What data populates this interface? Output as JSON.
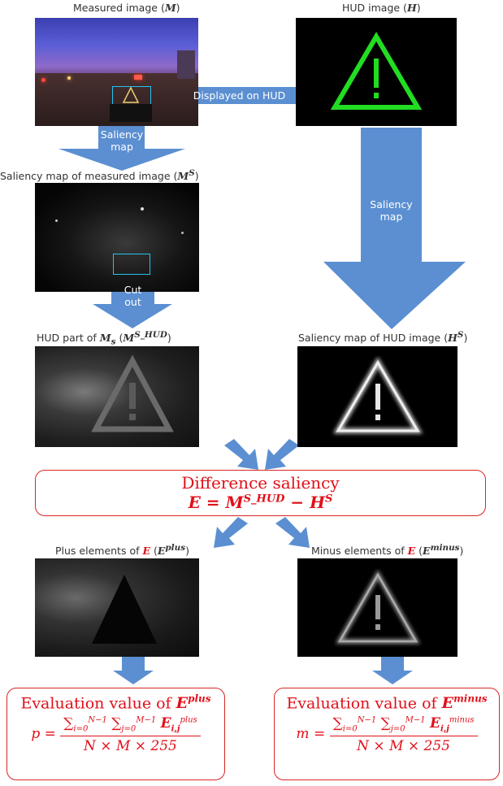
{
  "labels": {
    "measured": "Measured image (M)",
    "hud": "HUD image (H)",
    "sal_measured": "Saliency map of measured image (M^S)",
    "hud_part": "HUD part of M_s (M^{S_HUD})",
    "sal_hud": "Saliency map of HUD image (H^S)",
    "plus": "Plus elements of E (E^{plus})",
    "minus": "Minus elements of E (E^{minus})"
  },
  "arrows": {
    "displayed": "Displayed on HUD",
    "saliency_left": "Saliency map",
    "saliency_right": "Saliency map",
    "cut_out": "Cut out"
  },
  "difference": {
    "title": "Difference saliency",
    "formula": "E = M^{S_HUD} − H^S"
  },
  "eval_plus": {
    "title": "Evaluation value of E^{plus}",
    "lhs": "p =",
    "numerator": "∑_{i=0}^{N−1} ∑_{j=0}^{M−1} E_{i,j}^{plus}",
    "denominator": "N × M × 255"
  },
  "eval_minus": {
    "title": "Evaluation value of E^{minus}",
    "lhs": "m =",
    "numerator": "∑_{i=0}^{N−1} ∑_{j=0}^{M−1} E_{i,j}^{minus}",
    "denominator": "N × M × 255"
  },
  "colors": {
    "arrow": "#5b8fd1",
    "accent": "#e0101a",
    "hud_green": "#22dd22"
  },
  "icons": [
    "warning-triangle-icon"
  ]
}
